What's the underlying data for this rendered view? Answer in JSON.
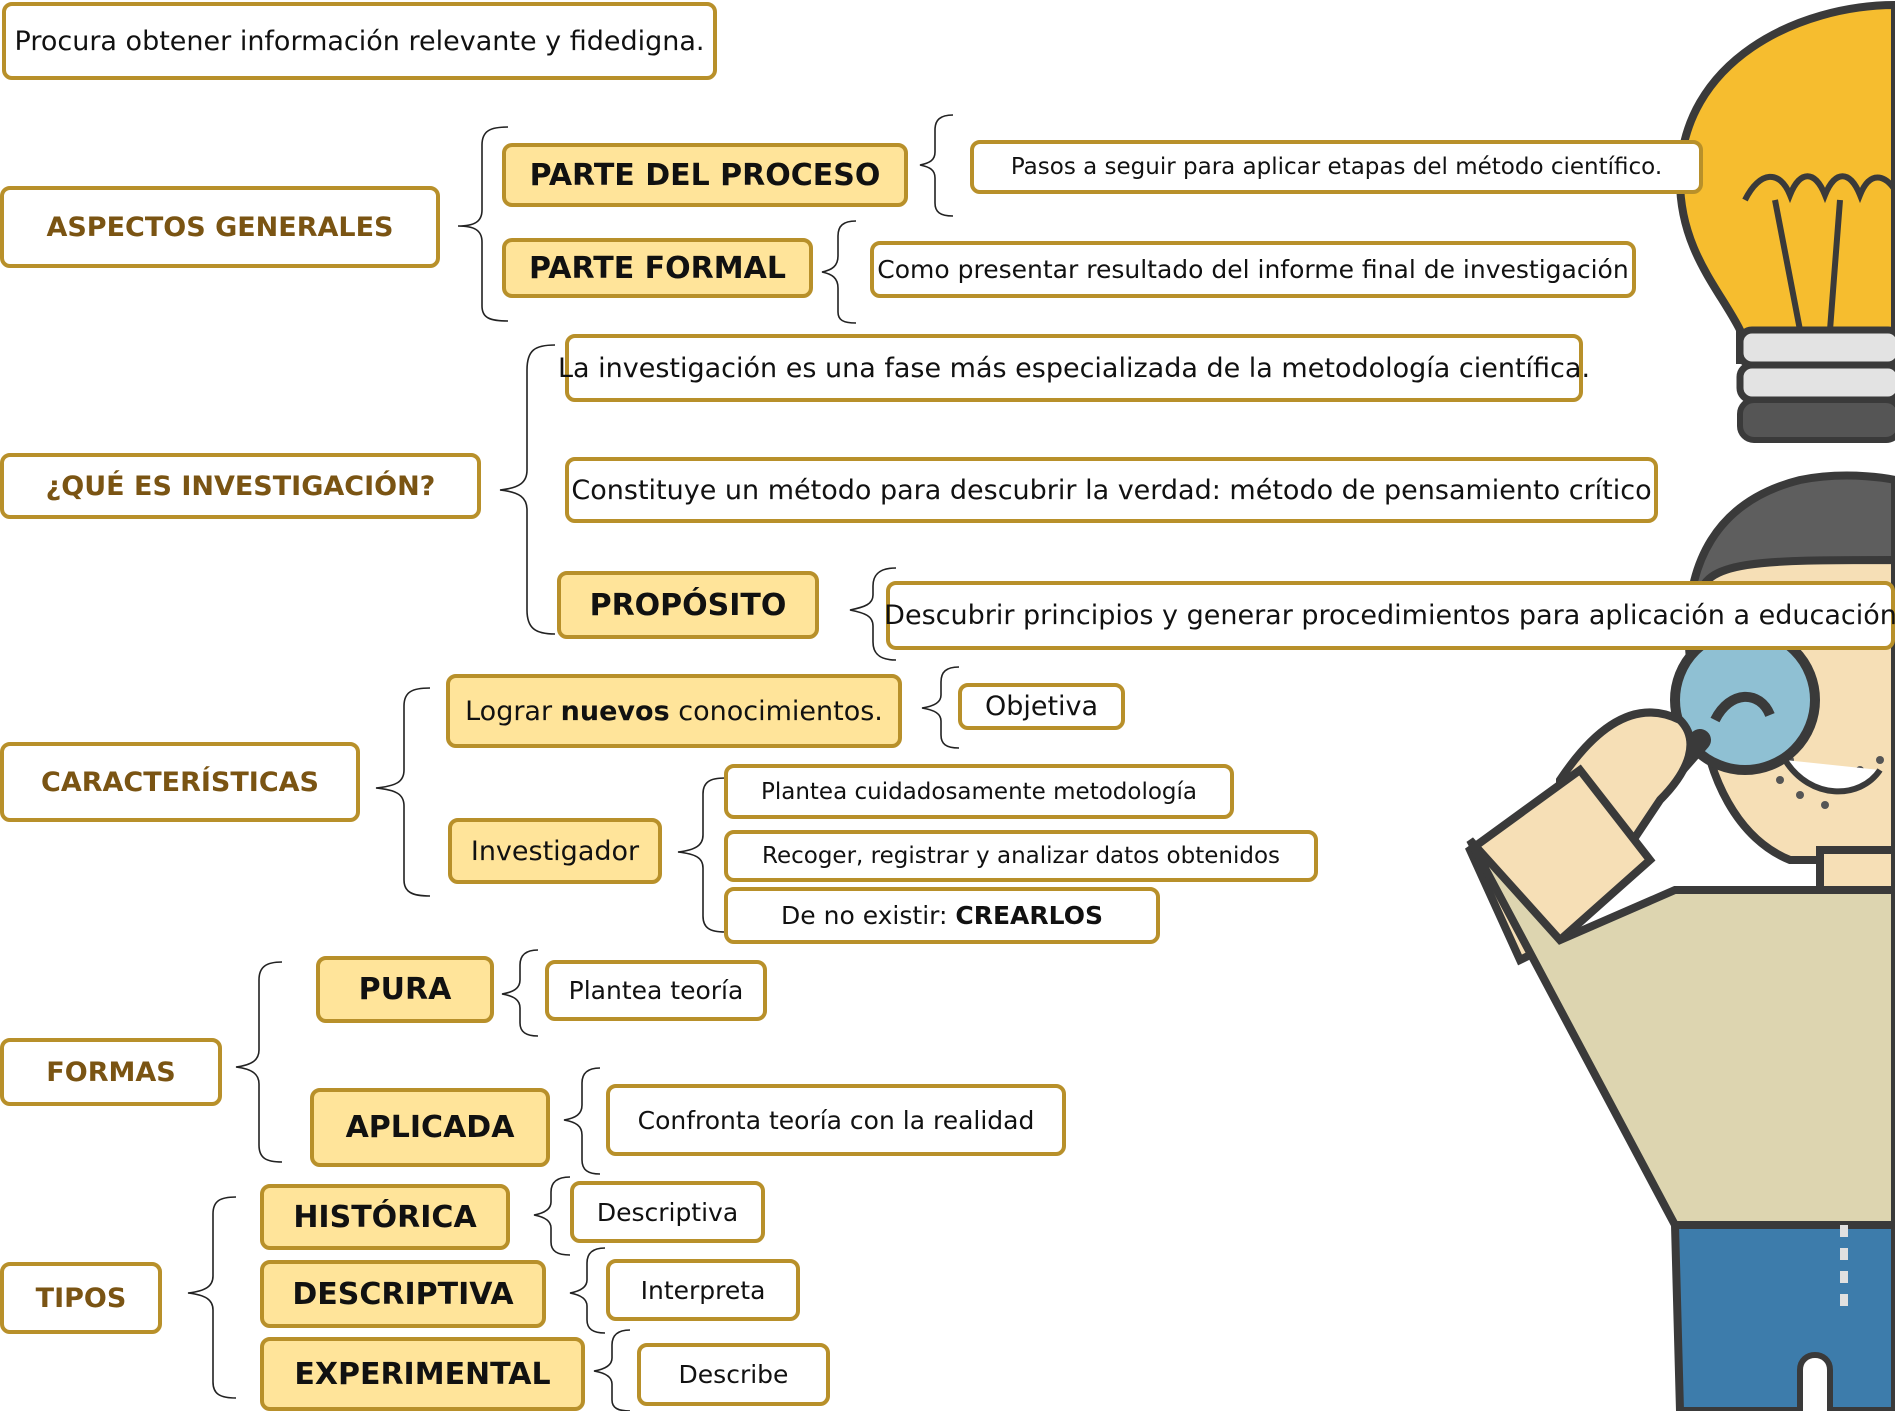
{
  "intro": "Procura obtener información relevante y fidedigna.",
  "sections": {
    "aspectos": {
      "title": "ASPECTOS GENERALES",
      "proceso": "PARTE DEL PROCESO",
      "proceso_desc": "Pasos a seguir para  aplicar etapas del método científico.",
      "formal": "PARTE FORMAL",
      "formal_desc": "Como presentar resultado del informe final de investigación"
    },
    "que_es": {
      "title": "¿QUÉ ES INVESTIGACIÓN?",
      "item1": "La investigación es una fase más especializada de la metodología científica.",
      "item2": "Constituye un método para descubrir la verdad: método de pensamiento crítico",
      "proposito": "PROPÓSITO",
      "proposito_desc": "Descubrir principios y generar procedimientos para aplicación a educación"
    },
    "caracteristicas": {
      "title": "CARACTERÍSTICAS",
      "lograr_pre": "Lograr ",
      "lograr_bold": "nuevos",
      "lograr_post": " conocimientos.",
      "objetiva": "Objetiva",
      "investigador": "Investigador",
      "inv1": "Plantea cuidadosamente metodología",
      "inv2": "Recoger, registrar y analizar datos obtenidos",
      "inv3_pre": "De no existir: ",
      "inv3_bold": "CREARLOS"
    },
    "formas": {
      "title": "FORMAS",
      "pura": "PURA",
      "pura_desc": "Plantea teoría",
      "aplicada": "APLICADA",
      "aplicada_desc": "Confronta teoría con la realidad"
    },
    "tipos": {
      "title": "TIPOS",
      "historica": "HISTÓRICA",
      "historica_desc": "Descriptiva",
      "descriptiva": "DESCRIPTIVA",
      "descriptiva_desc": "Interpreta",
      "experimental": "EXPERIMENTAL",
      "experimental_desc": "Describe"
    }
  },
  "colors": {
    "border": "#b8902a",
    "heading_text": "#7a5413",
    "sub_fill": "#ffe49a",
    "bulb": "#f6bd2f",
    "shirt": "#ddd5b0",
    "skin": "#f6dfb6",
    "jeans": "#3d7cab"
  },
  "icons": [
    "light-bulb-icon",
    "person-with-magnifier-icon"
  ]
}
